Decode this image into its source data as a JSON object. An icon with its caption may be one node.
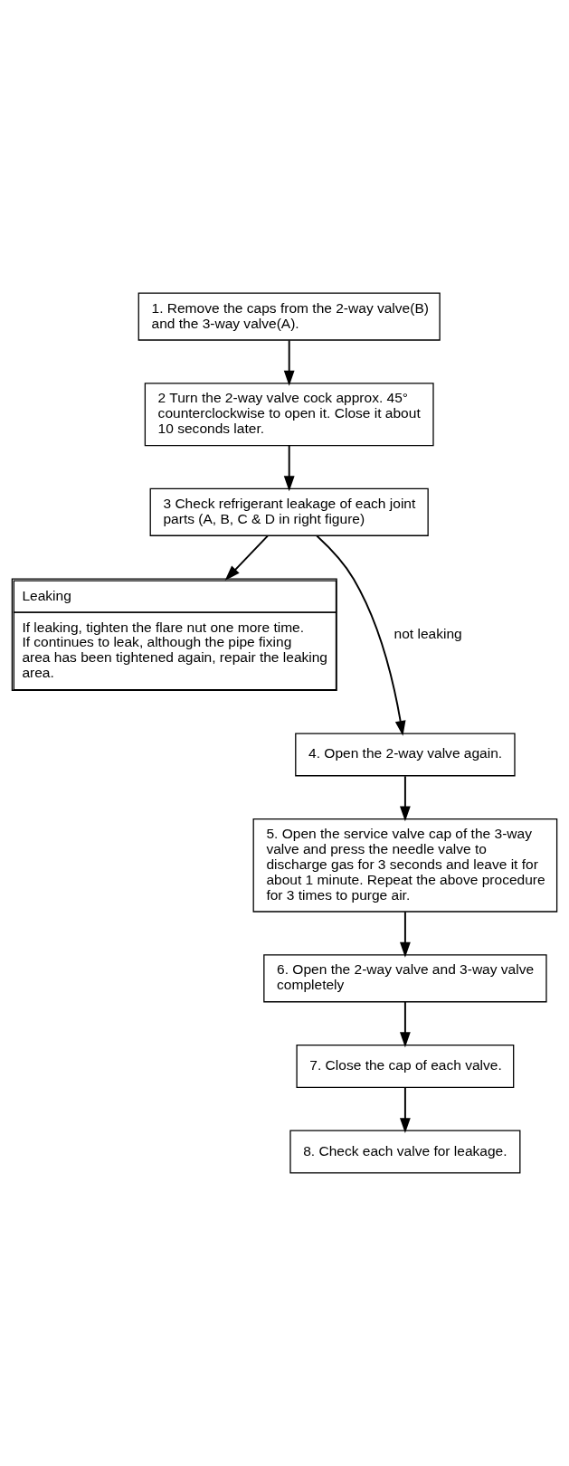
{
  "diagram": {
    "nodes": [
      {
        "text": [
          "1. Remove the caps from the 2-way valve(B) and the 3-way valve(A)."
        ]
      },
      {
        "text": [
          "2 Turn the 2-way valve cock approx. 45° counterclockwise to open it. Close it about 10 seconds later."
        ]
      },
      {
        "text": [
          "3 Check refrigerant leakage of each joint parts (A, B, C & D in right figure)"
        ]
      },
      {
        "text": [
          "Leaking",
          "If leaking, tighten the flare nut one more time. If continues to leak, although the pipe fixing area has been tightened again, repair the leaking area."
        ]
      },
      {
        "text": [
          "4. Open the 2-way valve again."
        ]
      },
      {
        "text": [
          "5. Open the service valve cap of the 3-way valve and press the needle valve to discharge gas for 3 seconds and leave it for about 1 minute. Repeat the above procedure for 3 times to purge air."
        ]
      },
      {
        "text": [
          "6. Open the 2-way valve and 3-way valve completely"
        ]
      },
      {
        "text": [
          "7. Close the cap of each valve."
        ]
      },
      {
        "text": [
          "8. Check each valve for leakage."
        ]
      }
    ],
    "edges": [
      {
        "from": 0,
        "to": 1,
        "arrow": "to"
      },
      {
        "from": 1,
        "to": 2,
        "arrow": "to"
      },
      {
        "from": 2,
        "to": 3,
        "arrow": "to"
      },
      {
        "from": 2,
        "to": 4,
        "arrow": "to",
        "label": "not leaking"
      },
      {
        "from": 4,
        "to": 5,
        "arrow": "to"
      },
      {
        "from": 5,
        "to": 6,
        "arrow": "to"
      },
      {
        "from": 6,
        "to": 7,
        "arrow": "to"
      },
      {
        "from": 7,
        "to": 8,
        "arrow": "to"
      }
    ]
  }
}
